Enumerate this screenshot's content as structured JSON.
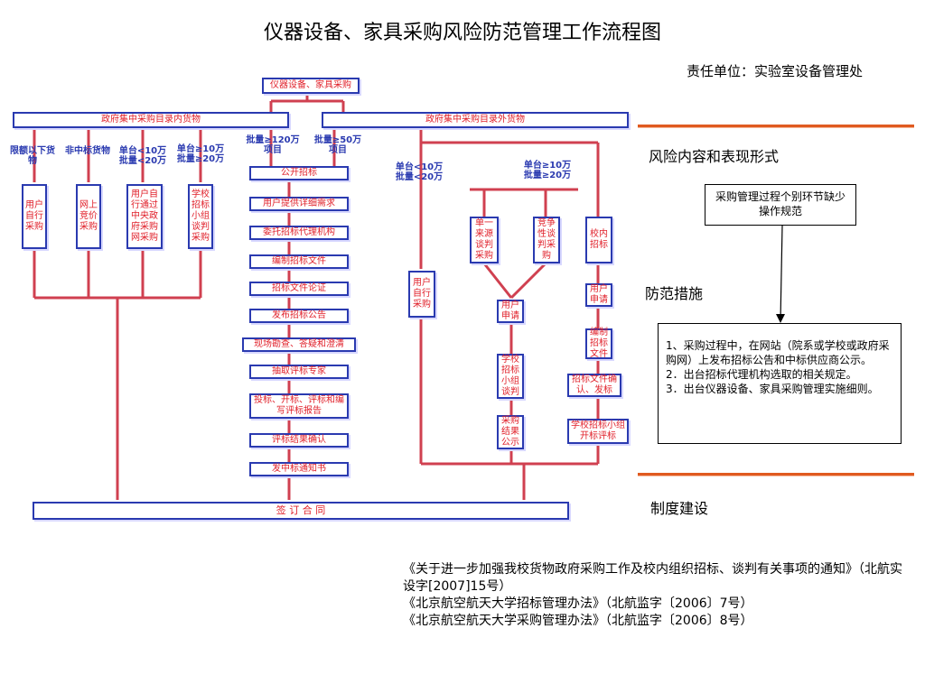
{
  "title": "仪器设备、家具采购风险防范管理工作流程图",
  "unit": "责任单位：实验室设备管理处",
  "flow": {
    "top": "仪器设备、家具采购",
    "left_branch": "政府集中采购目录内货物",
    "right_branch": "政府集中采购目录外货物",
    "left_labels": [
      "限额以下货物",
      "非中标货物",
      "单台<10万 批量<20万",
      "单台≥10万 批量≥20万"
    ],
    "left_boxes": [
      "用户自行采购",
      "网上竞价采购",
      "用户自行通过中央政府采购网采购",
      "学校招标小组谈判采购"
    ],
    "mid_labels": [
      "批量≥120万 项目",
      "批量≥50万 项目"
    ],
    "mid_steps": [
      "公开招标",
      "用户提供详细需求",
      "委托招标代理机构",
      "编制招标文件",
      "招标文件论证",
      "发布招标公告",
      "现场勘查、答疑和澄清",
      "抽取评标专家",
      "投标、开标、评标和编写评标报告",
      "评标结果确认",
      "发中标通知书"
    ],
    "right_labels": [
      "单台<10万 批量<20万",
      "单台≥10万 批量≥20万"
    ],
    "right_user": "用户自行采购",
    "right_methods": [
      "单一来源谈判采购",
      "竞争性谈判采购",
      "校内招标"
    ],
    "right_col1": [
      "用户申请",
      "学校招标小组谈判",
      "采购结果公示"
    ],
    "right_col2": [
      "用户申请",
      "编制招标文件",
      "招标文件确认、发标",
      "学校招标小组开标评标"
    ],
    "bottom": "签    订    合    同"
  },
  "risk": {
    "heading": "风险内容和表现形式",
    "content": "采购管理过程个别环节缺少操作规范",
    "measures_heading": "防范措施",
    "measures": [
      "1、采购过程中，在网站（院系或学校或政府采购网）上发布招标公告和中标供应商公示。",
      "2．出台招标代理机构选取的相关规定。",
      "3．出台仪器设备、家具采购管理实施细则。"
    ],
    "system_heading": "制度建设"
  },
  "refs": [
    "《关于进一步加强我校货物政府采购工作及校内组织招标、谈判有关事项的通知》（北航实设字[2007]15号）",
    "《北京航空航天大学招标管理办法》（北航监字〔2006〕7号）",
    "《北京航空航天大学采购管理办法》（北航监字〔2006〕8号）"
  ],
  "colors": {
    "box_border": "#2a3ab0",
    "box_text": "#e0202a",
    "arrow": "#d04050",
    "accent_bar": "#e05a20"
  }
}
